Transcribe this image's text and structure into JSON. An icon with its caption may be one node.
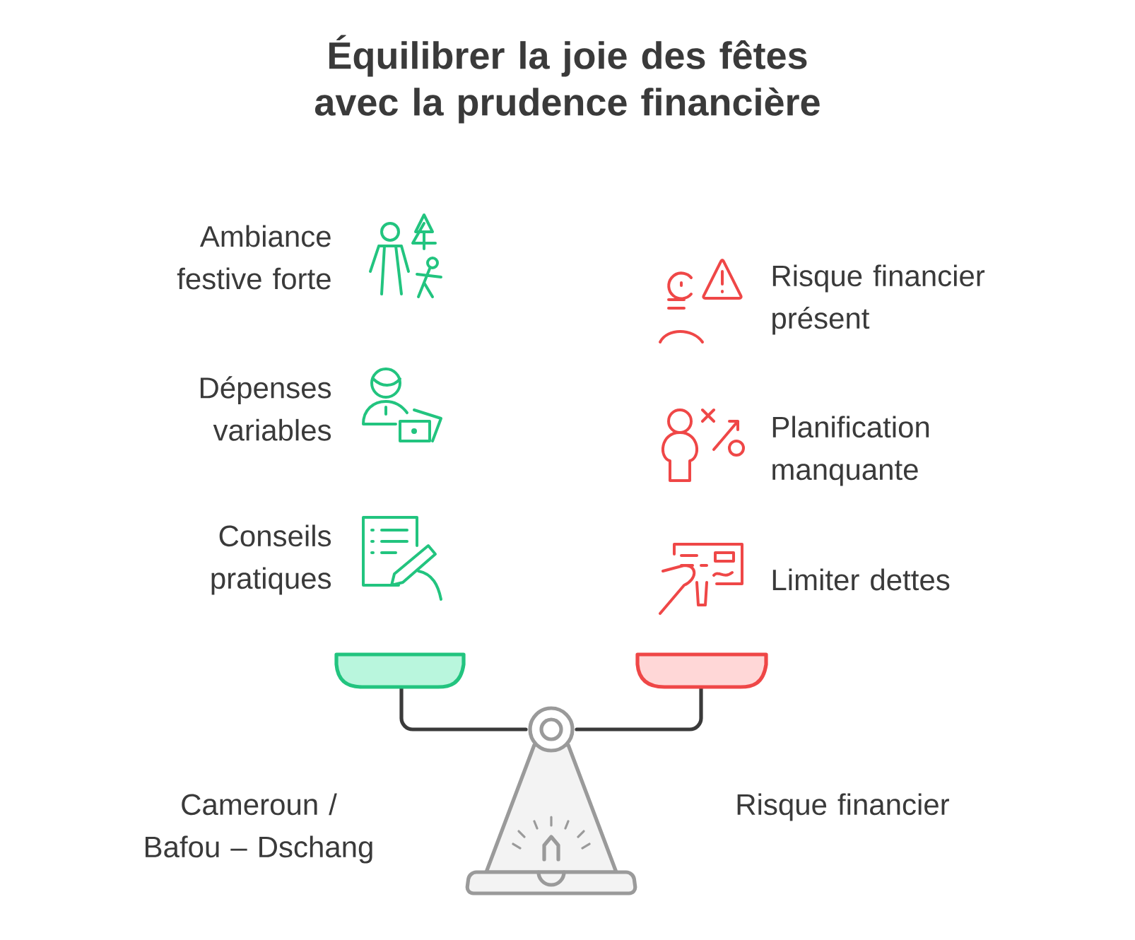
{
  "diagram": {
    "title": "Équilibrer la joie des fêtes avec la prudence financière",
    "labels": [
      "Ambiance festive forte",
      "Risque financier présent",
      "Dépenses variables",
      "Planification manquante",
      "Conseils pratiques",
      "Limiter dettes",
      "Cameroun / Bafou – Dschang",
      "Risque financier"
    ]
  }
}
